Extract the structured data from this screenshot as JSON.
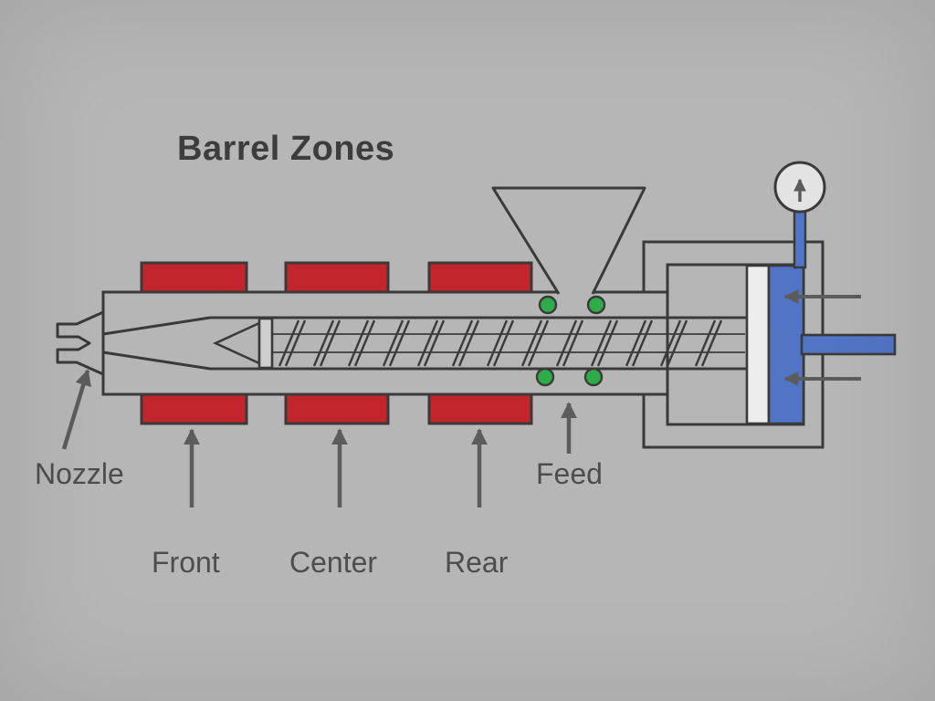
{
  "title": "Barrel Zones",
  "labels": {
    "nozzle": "Nozzle",
    "front": "Front",
    "center": "Center",
    "rear": "Rear",
    "feed": "Feed"
  },
  "colors": {
    "background": "#b6b6b6",
    "heater_band": "#c4242b",
    "sensor_green": "#2fab49",
    "hydraulic_blue": "#5274c4",
    "piston_plate": "#ededed",
    "outline": "#3a3a3a",
    "arrow_gray": "#5c5c5c",
    "label_text": "#4d4d4d",
    "title_text": "#3d3d3d"
  }
}
